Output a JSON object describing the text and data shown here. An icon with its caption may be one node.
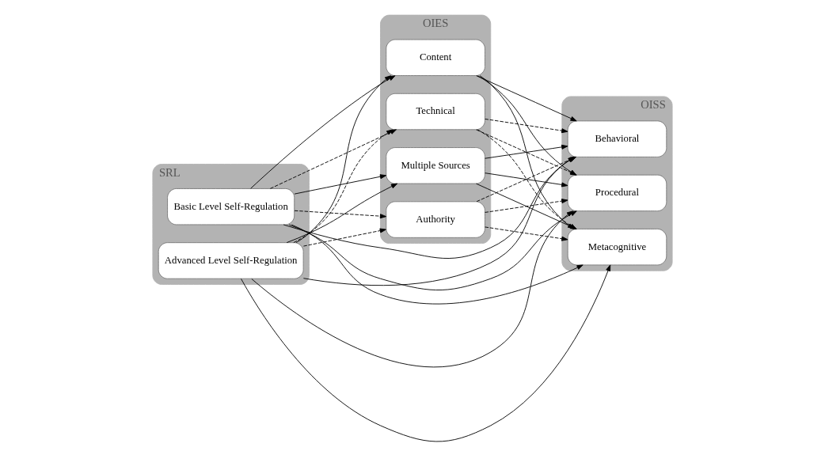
{
  "diagram": {
    "nodes": [
      {
        "text": [
          "SRL"
        ]
      },
      {
        "text": [
          "Basic Level Self-Regulation"
        ],
        "in": 0
      },
      {
        "text": [
          "Advanced Level Self-Regulation"
        ],
        "in": 0
      },
      {
        "text": [
          "OIES"
        ]
      },
      {
        "text": [
          "Multiple Sources"
        ],
        "in": 3
      },
      {
        "text": [
          "Authority"
        ],
        "in": 3
      },
      {
        "text": [
          "Content"
        ],
        "in": 3
      },
      {
        "text": [
          "Technical"
        ],
        "in": 3
      },
      {
        "text": [
          "OISS"
        ]
      },
      {
        "text": [
          "Behavioral"
        ],
        "in": 8
      },
      {
        "text": [
          "Procedural"
        ],
        "in": 8
      },
      {
        "text": [
          "Metacognitive"
        ],
        "in": 8
      }
    ],
    "edges": [
      {
        "from": 1,
        "to": 9,
        "arrow": "to"
      },
      {
        "from": 1,
        "to": 4,
        "arrow": "to"
      },
      {
        "from": 1,
        "to": 10,
        "arrow": "to"
      },
      {
        "from": 1,
        "to": 5,
        "arrow": "to",
        "style": "dashed"
      },
      {
        "from": 1,
        "to": 6,
        "arrow": "to"
      },
      {
        "from": 1,
        "to": 7,
        "arrow": "to",
        "style": "dashed"
      },
      {
        "from": 1,
        "to": 11,
        "arrow": "to"
      },
      {
        "from": 2,
        "to": 9,
        "arrow": "to"
      },
      {
        "from": 2,
        "to": 4,
        "arrow": "to"
      },
      {
        "from": 2,
        "to": 5,
        "arrow": "to",
        "style": "dashed"
      },
      {
        "from": 2,
        "to": 6,
        "arrow": "to"
      },
      {
        "from": 2,
        "to": 10,
        "arrow": "to"
      },
      {
        "from": 2,
        "to": 7,
        "arrow": "to",
        "style": "dashed"
      },
      {
        "from": 2,
        "to": 11,
        "arrow": "to"
      },
      {
        "from": 4,
        "to": 9,
        "arrow": "to"
      },
      {
        "from": 4,
        "to": 10,
        "arrow": "to"
      },
      {
        "from": 4,
        "to": 11,
        "arrow": "to"
      },
      {
        "from": 5,
        "to": 9,
        "arrow": "to",
        "style": "dashed"
      },
      {
        "from": 5,
        "to": 10,
        "arrow": "to",
        "style": "dashed"
      },
      {
        "from": 5,
        "to": 11,
        "arrow": "to",
        "style": "dashed"
      },
      {
        "from": 6,
        "to": 9,
        "arrow": "to"
      },
      {
        "from": 6,
        "to": 10,
        "arrow": "to"
      },
      {
        "from": 6,
        "to": 11,
        "arrow": "to"
      },
      {
        "from": 7,
        "to": 9,
        "arrow": "to",
        "style": "dashed"
      },
      {
        "from": 7,
        "to": 10,
        "arrow": "to",
        "style": "dashed"
      },
      {
        "from": 7,
        "to": 11,
        "arrow": "to",
        "style": "dashed"
      }
    ]
  }
}
